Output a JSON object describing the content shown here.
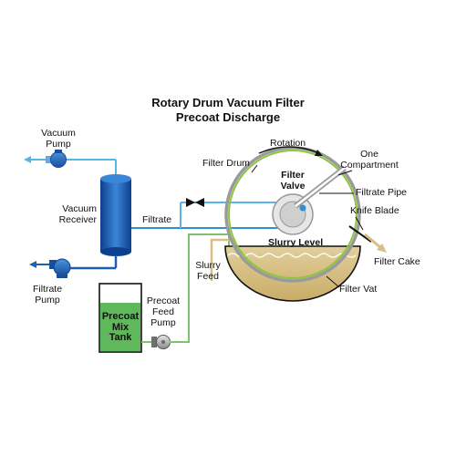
{
  "title": {
    "line1": "Rotary Drum Vacuum Filter",
    "line2": "Precoat Discharge"
  },
  "labels": {
    "vacuum_pump": [
      "Vacuum",
      "Pump"
    ],
    "vacuum_receiver": [
      "Vacuum",
      "Receiver"
    ],
    "filtrate": "Filtrate",
    "filtrate_pump": [
      "Filtrate",
      "Pump"
    ],
    "precoat_mix_tank": [
      "Precoat",
      "Mix",
      "Tank"
    ],
    "precoat_feed_pump": [
      "Precoat",
      "Feed",
      "Pump"
    ],
    "slurry_feed": [
      "Slurry",
      "Feed"
    ],
    "filter_drum": "Filter Drum",
    "rotation": "Rotation",
    "one_compartment": [
      "One",
      "Compartment"
    ],
    "filter_valve": [
      "Filter",
      "Valve"
    ],
    "filtrate_pipe": "Filtrate Pipe",
    "knife_blade": "Knife Blade",
    "slurry_level": "Slurry Level",
    "filter_cake": "Filter Cake",
    "filter_vat": "Filter Vat"
  },
  "colors": {
    "vacuum_line": "#5ab4e5",
    "filtrate_line": "#2f8fd0",
    "vessel_blue": "#1e5fb4",
    "precoat_green": "#7ec36b",
    "tank_green": "#5fb95a",
    "slurry_tan": "#d7bf86",
    "drum_outline": "#9a9a9a",
    "drum_green": "#8cc63f"
  }
}
